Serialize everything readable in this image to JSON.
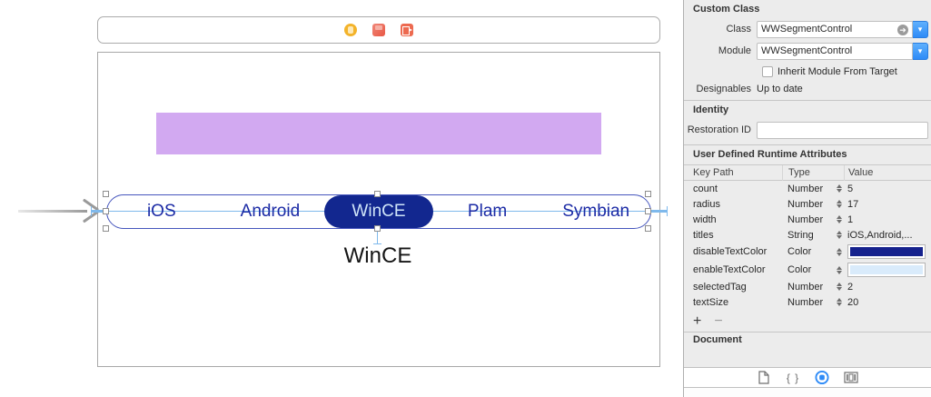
{
  "canvas": {
    "scene_dock": {
      "icons": [
        {
          "name": "view-controller-icon"
        },
        {
          "name": "first-responder-icon"
        },
        {
          "name": "exit-icon"
        }
      ]
    },
    "segment_control": {
      "segments": [
        "iOS",
        "Android",
        "WinCE",
        "Plam",
        "Symbian"
      ],
      "selected_index": 2
    },
    "selected_label": "WinCE"
  },
  "inspector": {
    "custom_class": {
      "title": "Custom Class",
      "class_label": "Class",
      "class_value": "WWSegmentControl",
      "module_label": "Module",
      "module_value": "WWSegmentControl",
      "inherit_checkbox_label": "Inherit Module From Target",
      "designables_label": "Designables",
      "designables_value": "Up to date"
    },
    "identity": {
      "title": "Identity",
      "restoration_label": "Restoration ID",
      "restoration_value": ""
    },
    "runtime_attributes": {
      "title": "User Defined Runtime Attributes",
      "columns": {
        "key": "Key Path",
        "type": "Type",
        "value": "Value"
      },
      "rows": [
        {
          "key": "count",
          "type": "Number",
          "value": "5"
        },
        {
          "key": "radius",
          "type": "Number",
          "value": "17"
        },
        {
          "key": "width",
          "type": "Number",
          "value": "1"
        },
        {
          "key": "titles",
          "type": "String",
          "value": "iOS,Android,..."
        },
        {
          "key": "disableTextColor",
          "type": "Color",
          "value": "",
          "swatch": "#16228d"
        },
        {
          "key": "enableTextColor",
          "type": "Color",
          "value": "",
          "swatch": "#d9ebfb"
        },
        {
          "key": "selectedTag",
          "type": "Number",
          "value": "2"
        },
        {
          "key": "textSize",
          "type": "Number",
          "value": "20"
        }
      ],
      "add_label": "+",
      "remove_label": "−"
    },
    "document": {
      "title": "Document"
    }
  },
  "colors": {
    "accent_blue": "#2e8bf7",
    "segment_border": "#4656bd",
    "segment_text": "#1b2aa5",
    "segment_selected_bg": "#12278f",
    "purple_view": "#d2a9f1",
    "guide_blue": "#7fb9ec"
  }
}
